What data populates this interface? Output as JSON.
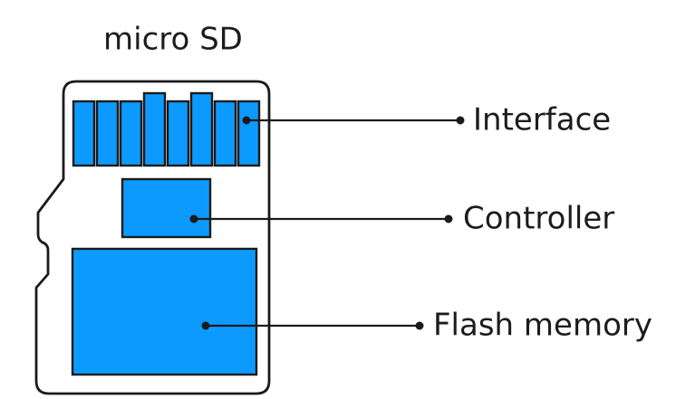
{
  "diagram": {
    "type": "labeled-component-diagram",
    "title": "micro SD",
    "labels": {
      "interface": "Interface",
      "controller": "Controller",
      "flash_memory": "Flash memory"
    },
    "pin_count": 8,
    "colors": {
      "component_fill": "#0d9aff",
      "outline": "#1b1b1b",
      "background": "#ffffff"
    }
  }
}
